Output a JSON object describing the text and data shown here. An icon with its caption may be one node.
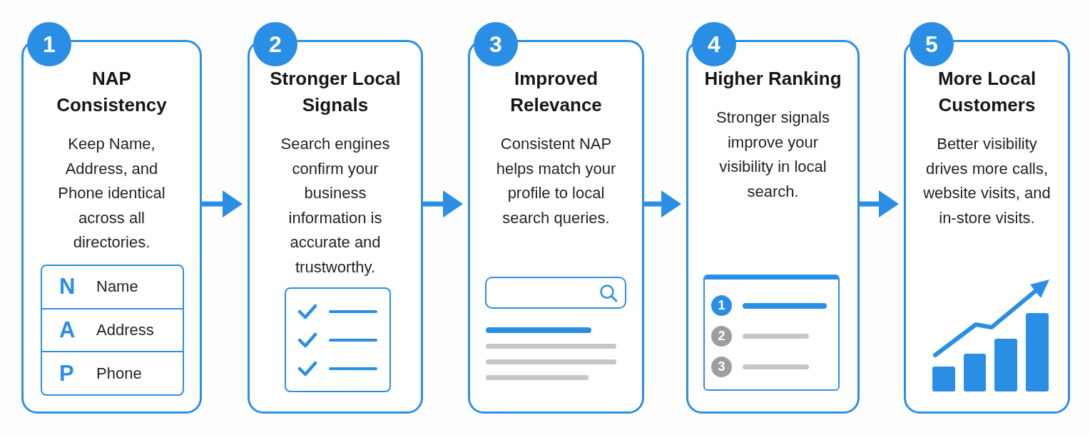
{
  "diagram": {
    "nodes": [
      {
        "text": [
          "1",
          "NAP Consistency",
          "Keep Name, Address, and Phone identical across all directories."
        ]
      },
      {
        "text": [
          "N",
          "Name"
        ],
        "in": 0
      },
      {
        "text": [
          "A",
          "Address"
        ],
        "in": 0
      },
      {
        "text": [
          "P",
          "Phone"
        ],
        "in": 0
      },
      {
        "text": [
          "2",
          "Stronger Local Signals",
          "Search engines confirm your business information is accurate and trustworthy."
        ]
      },
      {
        "text": [
          "3",
          "Improved Relevance",
          "Consistent NAP helps match your profile to local search queries."
        ]
      },
      {
        "text": [
          "4",
          "Higher Ranking",
          "Stronger signals improve your visibility in local search."
        ]
      },
      {
        "text": [
          "5",
          "More Local Customers",
          "Better visibility drives more calls, website visits, and in-store visits."
        ]
      }
    ],
    "edges": [
      {
        "from": 0,
        "to": 4,
        "arrow": "to"
      },
      {
        "from": 4,
        "to": 5,
        "arrow": "to"
      },
      {
        "from": 5,
        "to": 6,
        "arrow": "to"
      },
      {
        "from": 6,
        "to": 7,
        "arrow": "to"
      }
    ],
    "labels": [
      "1",
      "2",
      "3"
    ]
  }
}
